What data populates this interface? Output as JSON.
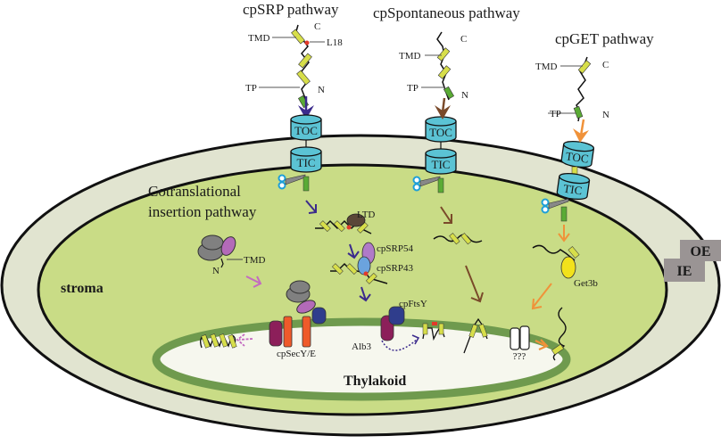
{
  "pathways": {
    "cpsrp": {
      "title": "cpSRP pathway",
      "tmd": "TMD",
      "c": "C",
      "l18": "L18",
      "tp": "TP",
      "n": "N"
    },
    "cpspont": {
      "title": "cpSpontaneous pathway",
      "tmd": "TMD",
      "c": "C",
      "tp": "TP",
      "n": "N"
    },
    "cpget": {
      "title": "cpGET pathway",
      "tmd": "TMD",
      "c": "C",
      "tp": "TP",
      "n": "N"
    },
    "cotrans": {
      "title_line1": "Cotranslational",
      "title_line2": "insertion pathway",
      "tmd": "TMD",
      "n": "N"
    }
  },
  "translocons": {
    "toc": "TOC",
    "tic": "TIC"
  },
  "compartments": {
    "stroma": "stroma",
    "thylakoid": "Thylakoid",
    "oe": "OE",
    "ie": "IE"
  },
  "proteins": {
    "ltd": "LTD",
    "cpsrp54": "cpSRP54",
    "cpsrp43": "cpSRP43",
    "cpftsy": "cpFtsY",
    "alb3": "Alb3",
    "cpsecye": "cpSecY/E",
    "get3b": "Get3b",
    "unknown": "???"
  },
  "colors": {
    "envelope_space": "#e1e4d0",
    "stroma": "#c9dc86",
    "thylakoid_membrane": "#6f9a4e",
    "thylakoid_lumen": "#f6f7ee",
    "translocon": "#5bc3d4",
    "tmd_helix": "#d7de4a",
    "transit_peptide": "#5aab35",
    "cpsrp_arrow": "#3b2a8c",
    "spont_arrow": "#7a4a2a",
    "cpget_arrow": "#f0923a",
    "cotrans_arrow": "#c36bc0",
    "label_box": "#9a9494"
  }
}
